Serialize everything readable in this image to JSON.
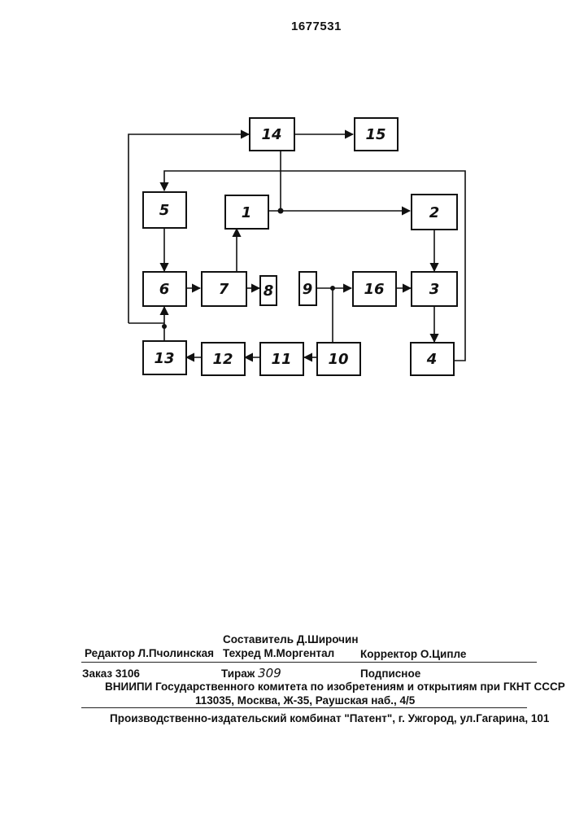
{
  "patent_number": "1677531",
  "diagram": {
    "blocks": [
      "1",
      "2",
      "3",
      "4",
      "5",
      "6",
      "7",
      "8",
      "9",
      "10",
      "11",
      "12",
      "13",
      "14",
      "15",
      "16"
    ]
  },
  "footer": {
    "compiler": "Составитель  Д.Широчин",
    "editor": "Редактор  Л.Пчолинская",
    "techred": "Техред М.Моргентал",
    "corrector": "Корректор О.Ципле",
    "order": "Заказ 3106",
    "tiraz_label": "Тираж",
    "tiraz_value": "309",
    "subscription": "Подписное",
    "vniipi": "ВНИИПИ Государственного комитета по изобретениям и открытиям при ГКНТ СССР",
    "address": "113035, Москва, Ж-35, Раушская наб., 4/5",
    "publisher": "Производственно-издательский комбинат \"Патент\", г. Ужгород, ул.Гагарина, 101"
  }
}
